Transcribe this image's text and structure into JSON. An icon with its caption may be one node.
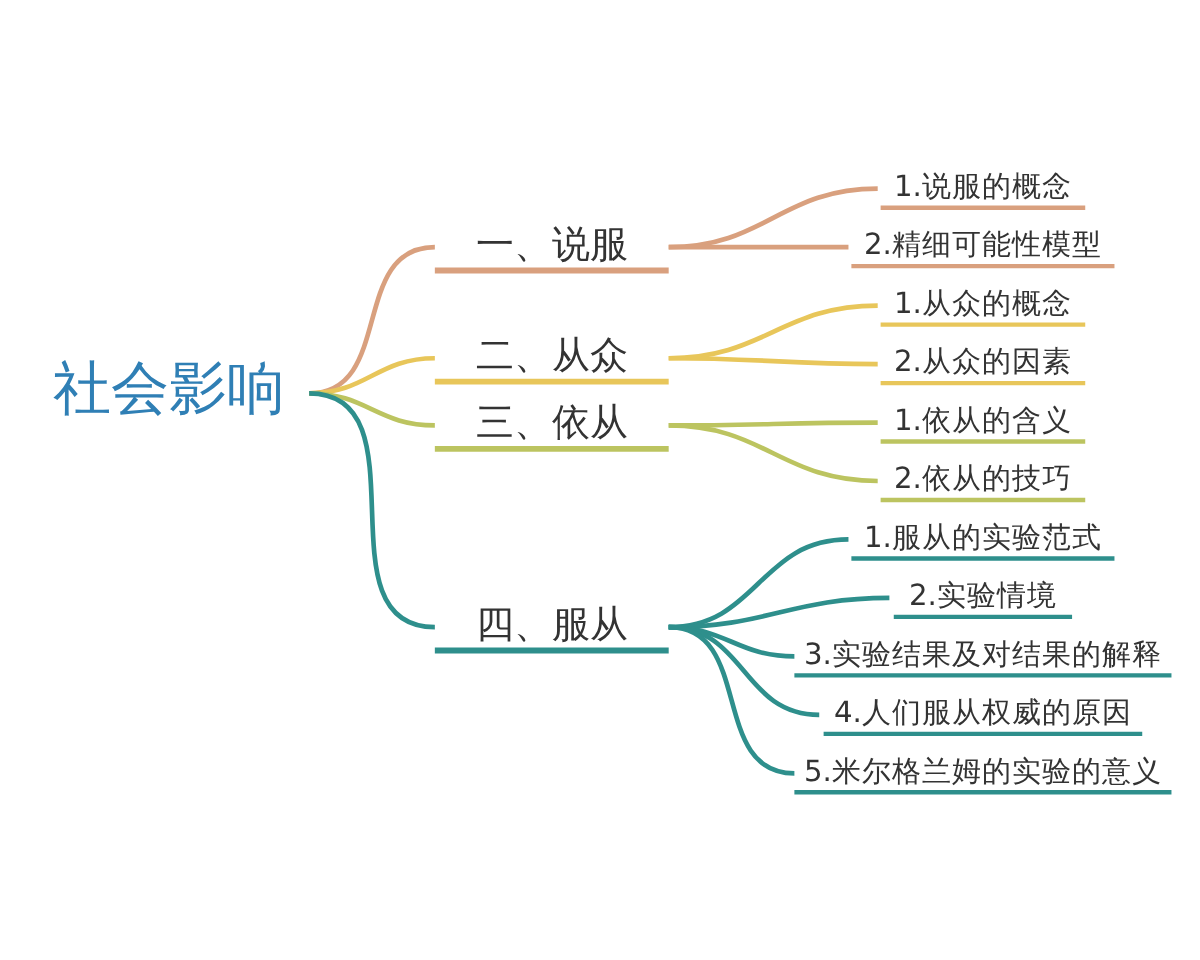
{
  "diagram": {
    "nodes": [
      {
        "text": [
          "社会影响"
        ]
      },
      {
        "text": [
          "一、说服"
        ]
      },
      {
        "text": [
          "1.说服的概念"
        ]
      },
      {
        "text": [
          "2.精细可能性模型"
        ]
      },
      {
        "text": [
          "二、从众"
        ]
      },
      {
        "text": [
          "1.从众的概念"
        ]
      },
      {
        "text": [
          "2.从众的因素"
        ]
      },
      {
        "text": [
          "三、依从"
        ]
      },
      {
        "text": [
          "1.依从的含义"
        ]
      },
      {
        "text": [
          "2.依从的技巧"
        ]
      },
      {
        "text": [
          "四、服从"
        ]
      },
      {
        "text": [
          "1.服从的实验范式"
        ]
      },
      {
        "text": [
          "2.实验情境"
        ]
      },
      {
        "text": [
          "3.实验结果及对结果的解释"
        ]
      },
      {
        "text": [
          "4.人们服从权威的原因"
        ]
      },
      {
        "text": [
          "5.米尔格兰姆的实验的意义"
        ]
      }
    ],
    "edges": [
      {
        "from": 0,
        "to": 1,
        "arrow": "none",
        "color": "#d9a07e"
      },
      {
        "from": 1,
        "to": 2,
        "arrow": "none",
        "color": "#d9a07e"
      },
      {
        "from": 1,
        "to": 3,
        "arrow": "none",
        "color": "#d9a07e"
      },
      {
        "from": 0,
        "to": 4,
        "arrow": "none",
        "color": "#e8c65a"
      },
      {
        "from": 4,
        "to": 5,
        "arrow": "none",
        "color": "#e8c65a"
      },
      {
        "from": 4,
        "to": 6,
        "arrow": "none",
        "color": "#e8c65a"
      },
      {
        "from": 0,
        "to": 7,
        "arrow": "none",
        "color": "#bcc460"
      },
      {
        "from": 7,
        "to": 8,
        "arrow": "none",
        "color": "#bcc460"
      },
      {
        "from": 7,
        "to": 9,
        "arrow": "none",
        "color": "#bcc460"
      },
      {
        "from": 0,
        "to": 10,
        "arrow": "none"
      },
      {
        "from": 10,
        "to": 11,
        "arrow": "none"
      },
      {
        "from": 10,
        "to": 12,
        "arrow": "none"
      },
      {
        "from": 10,
        "to": 13,
        "arrow": "none"
      },
      {
        "from": 10,
        "to": 14,
        "arrow": "none"
      },
      {
        "from": 10,
        "to": 15,
        "arrow": "none"
      }
    ]
  }
}
